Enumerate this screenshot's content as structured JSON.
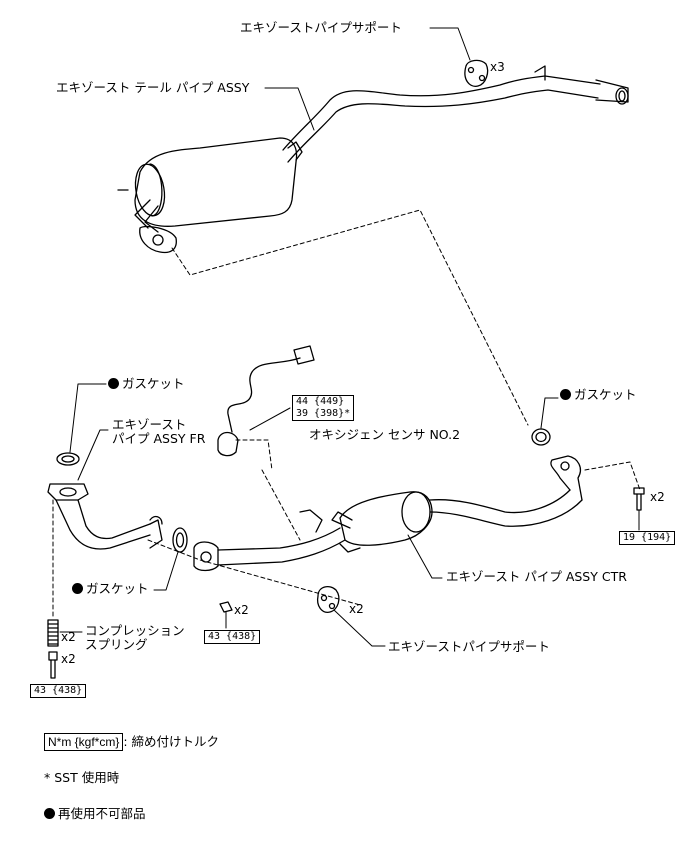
{
  "labels": {
    "support_top": "エキゾーストパイプサポート",
    "tail_pipe": "エキゾースト テール パイプ ASSY",
    "gasket_left": "ガスケット",
    "front_pipe_line1": "エキゾースト",
    "front_pipe_line2": "パイプ ASSY FR",
    "oxygen_sensor": "オキシジェン センサ NO.2",
    "gasket_right": "ガスケット",
    "gasket_mid": "ガスケット",
    "center_pipe": "エキゾースト パイプ ASSY CTR",
    "compression_spring_line1": "コンプレッション",
    "compression_spring_line2": "スプリング",
    "support_bottom": "エキゾーストパイプサポート"
  },
  "quantities": {
    "support_top": "x3",
    "bolt_right": "x2",
    "nut_mid": "x2",
    "support_bottom": "x2",
    "spring": "x2",
    "bolt_left": "x2"
  },
  "torques": {
    "sensor_line1": "44 {449}",
    "sensor_line2": "39 {398}*",
    "bolt_right": "19 {194}",
    "nut_mid": "43 {438}",
    "bolt_left": "43 {438}"
  },
  "legend": {
    "torque_unit": "N*m {kgf*cm}",
    "torque_desc": ": 締め付けトルク",
    "sst": "* SST 使用時",
    "non_reusable": "再使用不可部品"
  }
}
